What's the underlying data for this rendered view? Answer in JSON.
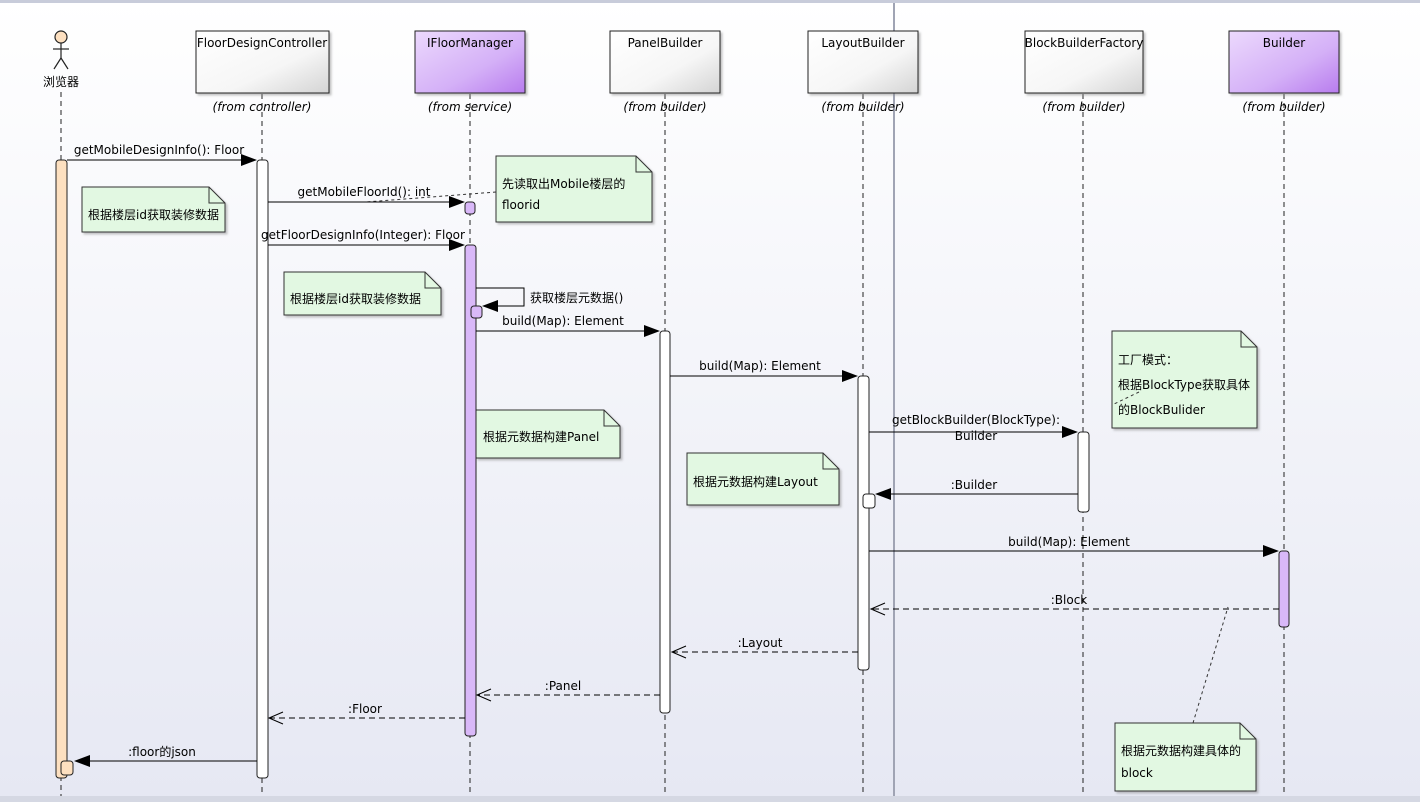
{
  "colors": {
    "background_top": "#ffffff",
    "background_bottom": "#e6e8f3",
    "actor_activation": "#fde0c0",
    "interface_fill": "#d9b8f8",
    "interface_fill_dark": "#c084f0",
    "class_fill": "#ffffff",
    "note_fill": "#e2f8e2",
    "divider": "#a0a4b4"
  },
  "actor": {
    "label": "浏览器",
    "icon": "stick-figure-icon"
  },
  "participants": [
    {
      "id": "controller",
      "name": "FloorDesignController",
      "from": "(from controller)",
      "kind": "class"
    },
    {
      "id": "manager",
      "name": "IFloorManager",
      "from": "(from service)",
      "kind": "interface"
    },
    {
      "id": "panel",
      "name": "PanelBuilder",
      "from": "(from builder)",
      "kind": "class"
    },
    {
      "id": "layout",
      "name": "LayoutBuilder",
      "from": "(from builder)",
      "kind": "class"
    },
    {
      "id": "factory",
      "name": "BlockBuilderFactory",
      "from": "(from builder)",
      "kind": "class"
    },
    {
      "id": "builder",
      "name": "Builder",
      "from": "(from builder)",
      "kind": "interface"
    }
  ],
  "messages": [
    {
      "id": "m1",
      "from": "actor",
      "to": "controller",
      "label": "getMobileDesignInfo(): Floor",
      "type": "sync"
    },
    {
      "id": "m2",
      "from": "controller",
      "to": "manager",
      "label": "getMobileFloorId(): int",
      "type": "sync"
    },
    {
      "id": "m3",
      "from": "controller",
      "to": "manager",
      "label": "getFloorDesignInfo(Integer): Floor",
      "type": "sync"
    },
    {
      "id": "m4",
      "from": "manager",
      "to": "manager",
      "label": "获取楼层元数据()",
      "type": "self"
    },
    {
      "id": "m5",
      "from": "manager",
      "to": "panel",
      "label": "build(Map): Element",
      "type": "sync"
    },
    {
      "id": "m6",
      "from": "panel",
      "to": "layout",
      "label": "build(Map): Element",
      "type": "sync"
    },
    {
      "id": "m7",
      "from": "layout",
      "to": "factory",
      "label": "getBlockBuilder(BlockType):",
      "label2": "Builder",
      "type": "sync"
    },
    {
      "id": "m8",
      "from": "factory",
      "to": "layout",
      "label": ":Builder",
      "type": "sync"
    },
    {
      "id": "m9",
      "from": "layout",
      "to": "builder",
      "label": "build(Map): Element",
      "type": "sync"
    },
    {
      "id": "m10",
      "from": "builder",
      "to": "layout",
      "label": ":Block",
      "type": "return"
    },
    {
      "id": "m11",
      "from": "layout",
      "to": "panel",
      "label": ":Layout",
      "type": "return"
    },
    {
      "id": "m12",
      "from": "panel",
      "to": "manager",
      "label": ":Panel",
      "type": "return"
    },
    {
      "id": "m13",
      "from": "manager",
      "to": "controller",
      "label": ":Floor",
      "type": "return"
    },
    {
      "id": "m14",
      "from": "controller",
      "to": "actor",
      "label": ":floor的json",
      "type": "sync"
    }
  ],
  "notes": [
    {
      "id": "n1",
      "lines": [
        "根据楼层id获取装修数据"
      ]
    },
    {
      "id": "n2",
      "lines": [
        "先读取出Mobile楼层的",
        "floorid"
      ]
    },
    {
      "id": "n3",
      "lines": [
        "根据楼层id获取装修数据"
      ]
    },
    {
      "id": "n4",
      "lines": [
        "根据元数据构建Panel"
      ]
    },
    {
      "id": "n5",
      "lines": [
        "根据元数据构建Layout"
      ]
    },
    {
      "id": "n6",
      "lines": [
        "工厂模式：",
        "根据BlockType获取具体",
        "的BlockBulider"
      ]
    },
    {
      "id": "n7",
      "lines": [
        "根据元数据构建具体的",
        "block"
      ]
    }
  ]
}
